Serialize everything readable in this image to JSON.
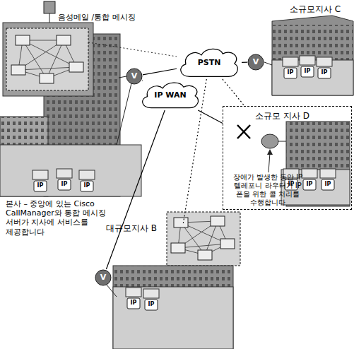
{
  "diagram": {
    "nodes": [
      {
        "text": [
          "V"
        ]
      },
      {
        "text": [
          "PSTN"
        ]
      },
      {
        "text": [
          "IP WAN"
        ]
      },
      {
        "text": [
          "소규모지사 C"
        ]
      },
      {
        "text": [
          "V"
        ]
      },
      {
        "text": [
          "소규모 지사 D",
          "장애가 발생한 동안 IP 텔레포니 라우터가 IP 폰을 위한 콜 처리를 수행합니다"
        ]
      },
      {
        "text": [
          "대규모지사 B"
        ]
      },
      {
        "text": [
          "V"
        ]
      }
    ],
    "edges": [
      {
        "from": 0,
        "to": 1,
        "arrow": "none"
      },
      {
        "from": 0,
        "to": 2,
        "arrow": "none"
      },
      {
        "from": 1,
        "to": 4,
        "arrow": "none"
      },
      {
        "from": 2,
        "to": 5,
        "arrow": "none"
      },
      {
        "from": 2,
        "to": 7,
        "arrow": "none"
      },
      {
        "from": 1,
        "to": 5,
        "arrow": "none"
      },
      {
        "from": 1,
        "to": 6,
        "arrow": "none"
      }
    ],
    "labels": [
      "음성메일 /통합 메시징",
      "본사 – 중앙에 있는 Cisco CallManager와 통합 메시징 서버가 지사에 서비스를 제공합니다",
      "IP",
      "IP",
      "IP",
      "IP",
      "IP",
      "IP",
      "IP",
      "IP",
      "IP",
      "IP",
      "IP"
    ]
  }
}
